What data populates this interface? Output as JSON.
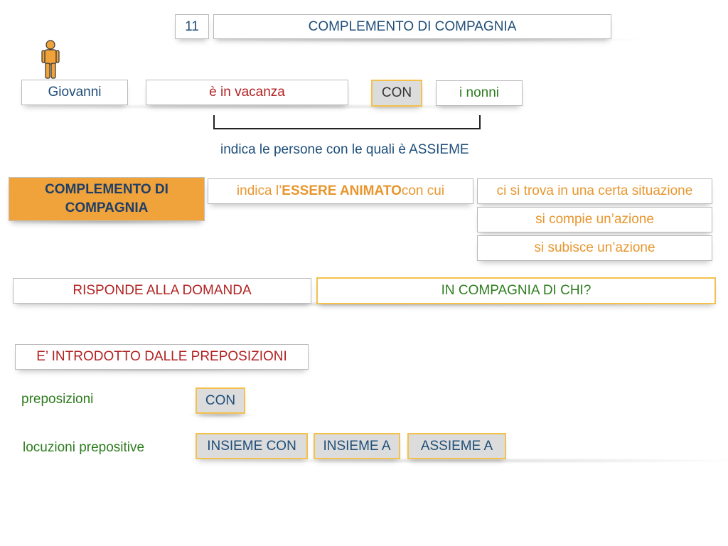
{
  "header": {
    "number": "11",
    "title": "COMPLEMENTO DI COMPAGNIA"
  },
  "sentence": {
    "subject": "Giovanni",
    "predicate": "è in vacanza",
    "preposition": "CON",
    "complement": "i nonni",
    "bracket_note": "indica le persone con le quali è ASSIEME"
  },
  "definition": {
    "label_line1": "COMPLEMENTO DI",
    "label_line2": "COMPAGNIA",
    "text_pre": "indica l’",
    "text_bold": "ESSERE ANIMATO",
    "text_post": " con cui",
    "options": [
      "ci si trova in una certa situazione",
      "si compie un’azione",
      "si subisce un’azione"
    ]
  },
  "question": {
    "label": "RISPONDE ALLA DOMANDA",
    "value": "IN COMPAGNIA DI CHI?"
  },
  "introduction": {
    "label": "E’ INTRODOTTO DALLE PREPOSIZIONI",
    "prepositions_label": "preposizioni",
    "prepositions": [
      "CON"
    ],
    "locutions_label": "locuzioni prepositive",
    "locutions": [
      "INSIEME CON",
      "INSIEME A",
      "ASSIEME A"
    ]
  },
  "colors": {
    "orange": "#f0a23b",
    "gold": "#f2c14e",
    "blue": "#1f4e79",
    "green": "#2e7d1f",
    "red": "#b22222"
  },
  "icons": {
    "person": "person-icon"
  }
}
